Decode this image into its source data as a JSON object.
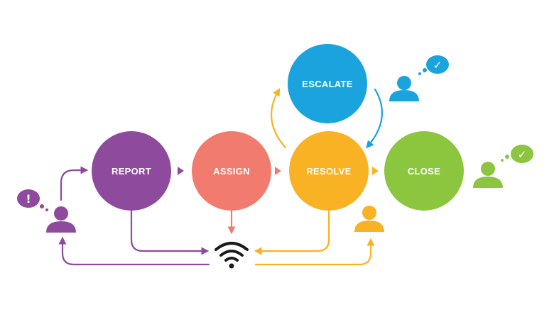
{
  "nodes": {
    "report": {
      "label": "REPORT",
      "color": "#8e4a9c"
    },
    "assign": {
      "label": "ASSIGN",
      "color": "#f07b6e"
    },
    "resolve": {
      "label": "RESOLVE",
      "color": "#f9b224"
    },
    "escalate": {
      "label": "ESCALATE",
      "color": "#1aa3dd"
    },
    "close": {
      "label": "CLOSE",
      "color": "#8cc63f"
    }
  },
  "bubbles": {
    "alert": {
      "glyph": "!"
    },
    "check": {
      "glyph": "✓"
    }
  },
  "icons": {
    "reporter": "user-icon",
    "resolver": "user-icon",
    "escalation_user": "user-icon",
    "closer": "user-icon",
    "hub": "wifi-icon"
  }
}
